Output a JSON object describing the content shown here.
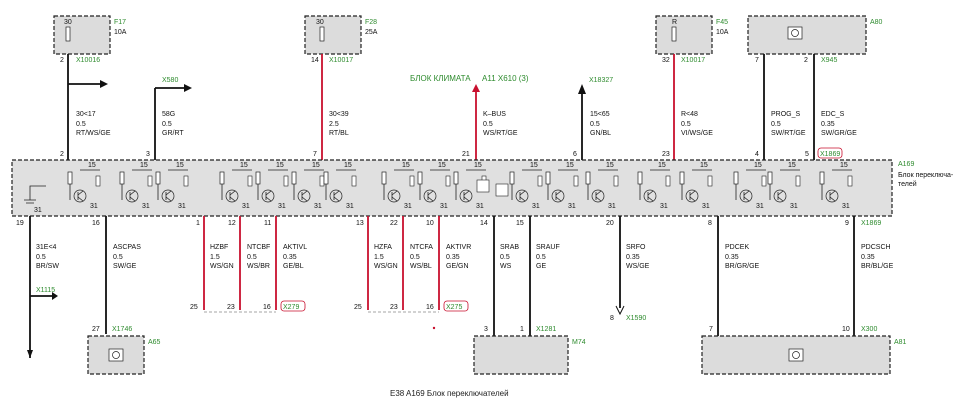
{
  "colors": {
    "wire_red": "#c8102e",
    "wire_black": "#111111",
    "label_green": "#2e8b2e",
    "box_fill": "#dcdcdc"
  },
  "caption": "E38 A169 Блок переключателей",
  "module": {
    "id": "A169",
    "name_line1": "Блок переключа-",
    "name_line2": "телей",
    "connector": "X1869",
    "connector_bottom": "X1869"
  },
  "fuses": {
    "f17": {
      "id": "F17",
      "pin": "30",
      "rating": "10A"
    },
    "f28": {
      "id": "F28",
      "pin": "30",
      "rating": "25A"
    },
    "f45": {
      "id": "F45",
      "pin": "R",
      "rating": "10A"
    },
    "a80": {
      "id": "A80"
    }
  },
  "klima": {
    "text": "БЛОК КЛИМАТА",
    "ref": "A11 X610 (3)"
  },
  "top_wires": [
    {
      "conn": "X10016",
      "pin_src": "2",
      "pin_mod": "2",
      "name": "30<17",
      "gauge": "0.5",
      "color": "RT/WS/GE"
    },
    {
      "conn": "X580",
      "pin_mod": "3",
      "name": "58G",
      "gauge": "0.5",
      "color": "GR/RT"
    },
    {
      "conn": "X10017",
      "pin_src": "14",
      "pin_mod": "7",
      "name": "30<39",
      "gauge": "2.5",
      "color": "RT/BL"
    },
    {
      "pin_mod": "21",
      "name": "K–BUS",
      "gauge": "0.5",
      "color": "WS/RT/GE"
    },
    {
      "conn": "X18327",
      "pin_mod": "6",
      "name": "15<65",
      "gauge": "0.5",
      "color": "GN/BL"
    },
    {
      "conn": "X10017",
      "pin_src": "32",
      "pin_mod": "23",
      "name": "R<48",
      "gauge": "0.5",
      "color": "VI/WS/GE"
    },
    {
      "pin_src": "7",
      "pin_mod": "4",
      "name": "PROG_S",
      "gauge": "0.5",
      "color": "SW/RT/GE"
    },
    {
      "conn": "X945",
      "pin_src": "2",
      "pin_mod": "5",
      "name": "EDC_S",
      "gauge": "0.35",
      "color": "SW/GR/GE"
    }
  ],
  "bottom_wires": [
    {
      "pin_mod": "19",
      "name": "31E<4",
      "gauge": "0.5",
      "color": "BR/SW",
      "conn": "X1115"
    },
    {
      "pin_mod": "16",
      "name": "ASCPAS",
      "gauge": "0.5",
      "color": "SW/GE",
      "end_pin": "27",
      "end_conn": "X1746"
    },
    {
      "pin_mod": "1",
      "name": "HZBF",
      "gauge": "1.5",
      "color": "WS/GN",
      "end_pin": "25"
    },
    {
      "pin_mod": "12",
      "name": "NTCBF",
      "gauge": "0.5",
      "color": "WS/BR",
      "end_pin": "23"
    },
    {
      "pin_mod": "11",
      "name": "AKTIVL",
      "gauge": "0.35",
      "color": "GE/BL",
      "end_pin": "16"
    },
    {
      "pin_mod": "13",
      "name": "HZFA",
      "gauge": "1.5",
      "color": "WS/GN",
      "end_pin": "25"
    },
    {
      "pin_mod": "22",
      "name": "NTCFA",
      "gauge": "0.5",
      "color": "WS/BL",
      "end_pin": "23"
    },
    {
      "pin_mod": "10",
      "name": "AKTIVR",
      "gauge": "0.35",
      "color": "GE/GN",
      "end_pin": "16"
    },
    {
      "pin_mod": "14",
      "name": "SRAB",
      "gauge": "0.5",
      "color": "WS",
      "end_pin": "3"
    },
    {
      "pin_mod": "15",
      "name": "SRAUF",
      "gauge": "0.5",
      "color": "GE",
      "end_pin": "1",
      "end_conn": "X1281"
    },
    {
      "pin_mod": "20",
      "name": "SRFO",
      "gauge": "0.35",
      "color": "WS/GE",
      "end_pin": "8",
      "end_conn": "X1590"
    },
    {
      "pin_mod": "8",
      "name": "PDCEK",
      "gauge": "0.35",
      "color": "BR/GR/GE",
      "end_pin": "7"
    },
    {
      "pin_mod": "9",
      "name": "PDCSCH",
      "gauge": "0.35",
      "color": "BR/BL/GE",
      "end_pin": "10",
      "end_conn": "X300"
    }
  ],
  "plug_left": "X279",
  "plug_right": "X275",
  "devices": {
    "a65": "A65",
    "m74": "M74",
    "a81": "A81"
  },
  "inner_labels": {
    "p15": "15",
    "p31": "31"
  }
}
